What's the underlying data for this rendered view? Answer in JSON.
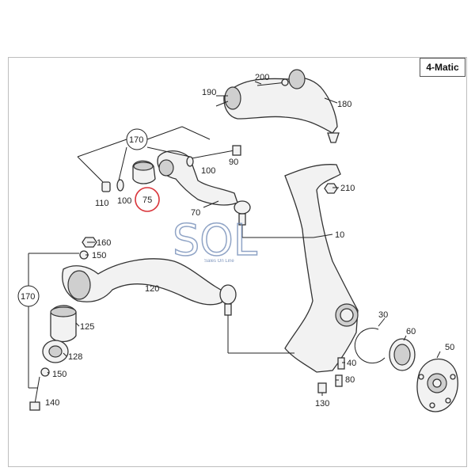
{
  "badge": "4-Matic",
  "labels": {
    "l10": "10",
    "l30": "30",
    "l40": "40",
    "l50": "50",
    "l60": "60",
    "l70": "70",
    "l75": "75",
    "l80": "80",
    "l90": "90",
    "l100a": "100",
    "l100b": "100",
    "l110": "110",
    "l120": "120",
    "l125": "125",
    "l128": "128",
    "l130": "130",
    "l140": "140",
    "l150a": "150",
    "l150b": "150",
    "l160": "160",
    "l170a": "170",
    "l170b": "170",
    "l180": "180",
    "l190": "190",
    "l200": "200",
    "l210": "210"
  },
  "watermark": {
    "text": "SOL",
    "tagline": "Sales On Line"
  },
  "colors": {
    "highlight": "#d9343a",
    "watermark": "#6b86b3"
  }
}
